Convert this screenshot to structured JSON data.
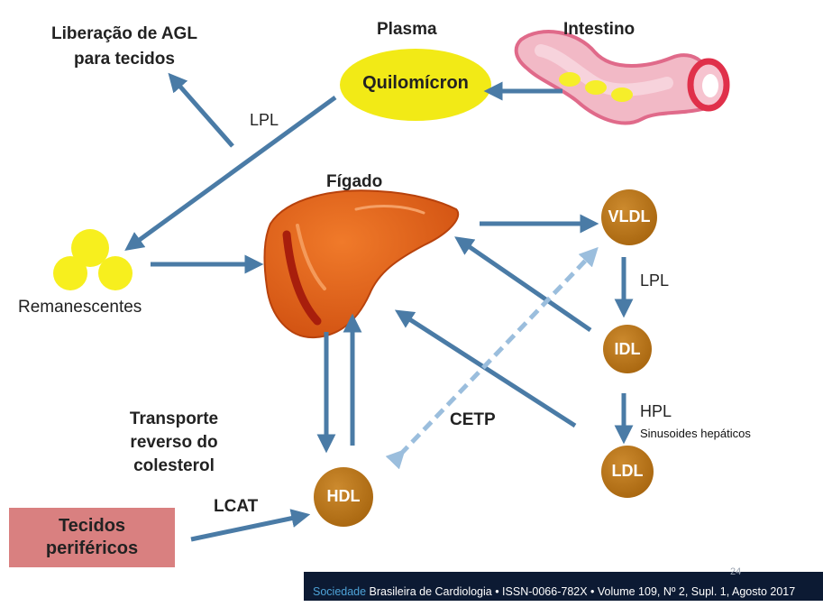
{
  "labels": {
    "liberacao": "Liberação de AGL\npara tecidos",
    "plasma": "Plasma",
    "intestino": "Intestino",
    "quilomicron": "Quilomícron",
    "lpl_top": "LPL",
    "figado": "Fígado",
    "vldl": "VLDL",
    "lpl_right": "LPL",
    "idl": "IDL",
    "hpl": "HPL",
    "sinusoides": "Sinusoides hepáticos",
    "ldl": "LDL",
    "remanescentes": "Remanescentes",
    "transporte": "Transporte\nreverso do\ncolesterol",
    "cetp": "CETP",
    "lcat": "LCAT",
    "hdl": "HDL",
    "tecidos": "Tecidos\nperiféricos"
  },
  "footer": {
    "society": "Sociedade",
    "text": " Brasileira de Cardiologia • ISSN-0066-782X • Volume 109, Nº 2, Supl. 1, Agosto 2017",
    "page": "24"
  },
  "colors": {
    "arrow": "#4a7ba6",
    "arrow_dashed": "#9bbedd",
    "lipoprotein": "#b8741a",
    "chylomicron": "#f2ea16",
    "remnant": "#f7ef1e",
    "liver": "#e0601a",
    "tecidos_box": "#d98080",
    "footer_bg": "#0c1a33"
  }
}
